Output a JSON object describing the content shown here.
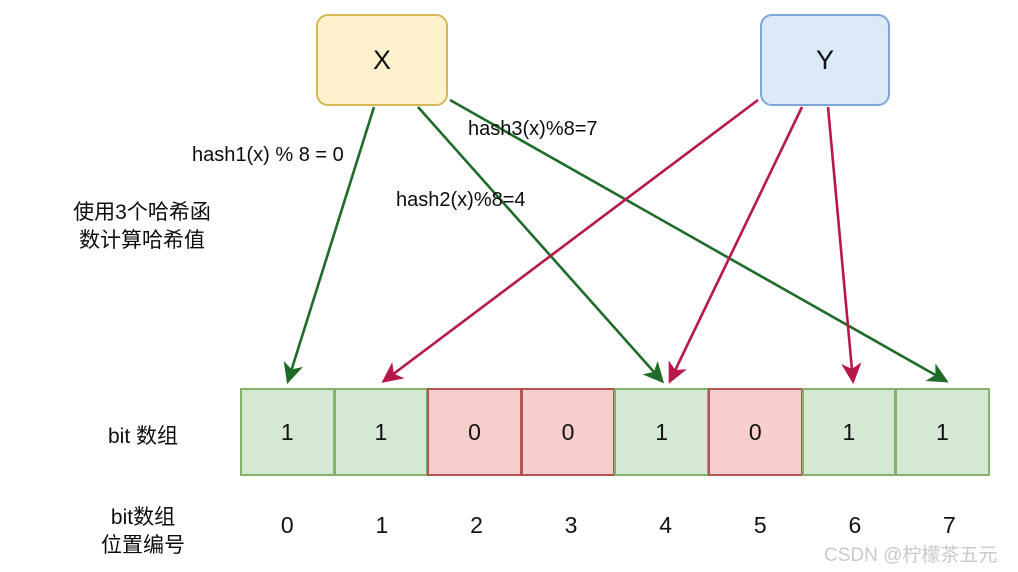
{
  "diagram": {
    "title": "Bloom filter bit array diagram",
    "colors": {
      "node_x_fill": "#fdf2cd",
      "node_x_stroke": "#d6b656",
      "node_y_fill": "#dce9f9",
      "node_y_stroke": "#7ea6d9",
      "edge_x": "#1f6b29",
      "edge_y": "#b8174a",
      "cell_on_fill": "#d5e8d4",
      "cell_on_stroke": "#82b366",
      "cell_off_fill": "#f8cecc",
      "cell_off_stroke": "#b85450"
    },
    "nodes": [
      {
        "id": "x",
        "label": "X"
      },
      {
        "id": "y",
        "label": "Y"
      }
    ],
    "edge_labels": [
      {
        "id": "hash1",
        "text": "hash1(x) % 8 = 0"
      },
      {
        "id": "hash2",
        "text": "hash2(x)%8=4"
      },
      {
        "id": "hash3",
        "text": "hash3(x)%8=7"
      }
    ],
    "side_note": {
      "line1": "使用3个哈希函",
      "line2": "数计算哈希值"
    },
    "row_labels": {
      "bit_array": "bit 数组",
      "bit_index_line1": "bit数组",
      "bit_index_line2": "位置编号"
    },
    "bit_array": {
      "values": [
        "1",
        "1",
        "0",
        "0",
        "1",
        "0",
        "1",
        "1"
      ],
      "indices": [
        "0",
        "1",
        "2",
        "3",
        "4",
        "5",
        "6",
        "7"
      ]
    },
    "arrows": {
      "from_x_targets": [
        0,
        4,
        7
      ],
      "from_y_targets": [
        1,
        4,
        6
      ]
    },
    "watermark": "CSDN @柠檬茶五元"
  }
}
